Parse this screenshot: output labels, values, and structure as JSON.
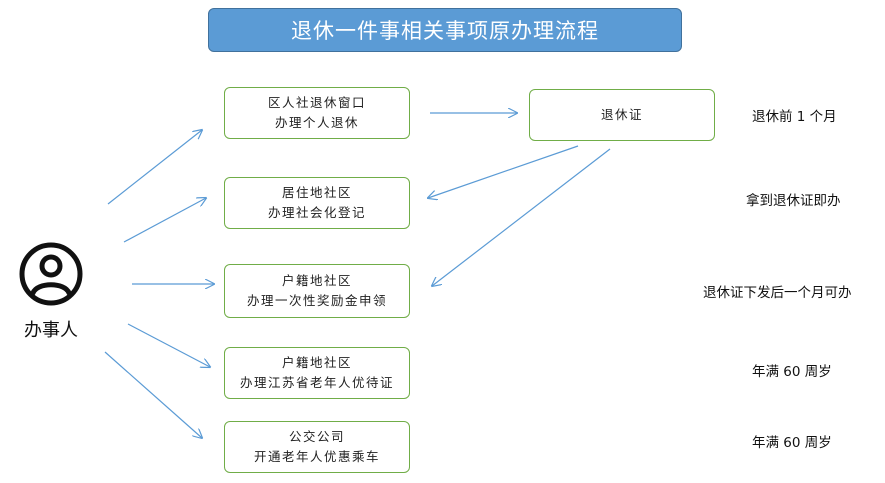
{
  "title": "退休一件事相关事项原办理流程",
  "actor": {
    "label": "办事人",
    "icon": "person-circle-icon"
  },
  "steps": [
    {
      "line1": "区人社退休窗口",
      "line2": "办理个人退休"
    },
    {
      "line1": "居住地社区",
      "line2": "办理社会化登记"
    },
    {
      "line1": "户籍地社区",
      "line2": "办理一次性奖励金申领"
    },
    {
      "line1": "户籍地社区",
      "line2": "办理江苏省老年人优待证"
    },
    {
      "line1": "公交公司",
      "line2": "开通老年人优惠乘车"
    }
  ],
  "certificate": {
    "label": "退休证"
  },
  "notes": [
    "退休前 1 个月",
    "拿到退休证即办",
    "退休证下发后一个月可办",
    "年满 60 周岁",
    "年满 60 周岁"
  ],
  "colors": {
    "title_bg": "#5b9bd5",
    "box_border": "#70ad47",
    "arrow": "#5b9bd5"
  }
}
